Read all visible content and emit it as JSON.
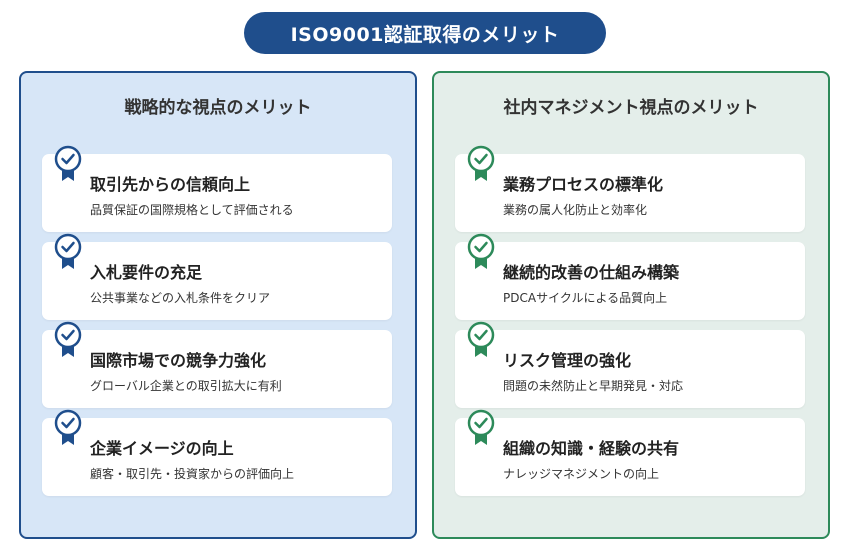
{
  "title": "ISO9001認証取得のメリット",
  "left": {
    "heading": "戦略的な視点のメリット",
    "color": "#1f4e8c",
    "items": [
      {
        "title": "取引先からの信頼向上",
        "desc": "品質保証の国際規格として評価される",
        "icon": "badge-check-icon"
      },
      {
        "title": "入札要件の充足",
        "desc": "公共事業などの入札条件をクリア",
        "icon": "badge-check-icon"
      },
      {
        "title": "国際市場での競争力強化",
        "desc": "グローバル企業との取引拡大に有利",
        "icon": "badge-check-icon"
      },
      {
        "title": "企業イメージの向上",
        "desc": "顧客・取引先・投資家からの評価向上",
        "icon": "badge-check-icon"
      }
    ]
  },
  "right": {
    "heading": "社内マネジメント視点のメリット",
    "color": "#2d8a5a",
    "items": [
      {
        "title": "業務プロセスの標準化",
        "desc": "業務の属人化防止と効率化",
        "icon": "badge-check-icon"
      },
      {
        "title": "継続的改善の仕組み構築",
        "desc": "PDCAサイクルによる品質向上",
        "icon": "badge-check-icon"
      },
      {
        "title": "リスク管理の強化",
        "desc": "問題の未然防止と早期発見・対応",
        "icon": "badge-check-icon"
      },
      {
        "title": "組織の知識・経験の共有",
        "desc": "ナレッジマネジメントの向上",
        "icon": "badge-check-icon"
      }
    ]
  }
}
